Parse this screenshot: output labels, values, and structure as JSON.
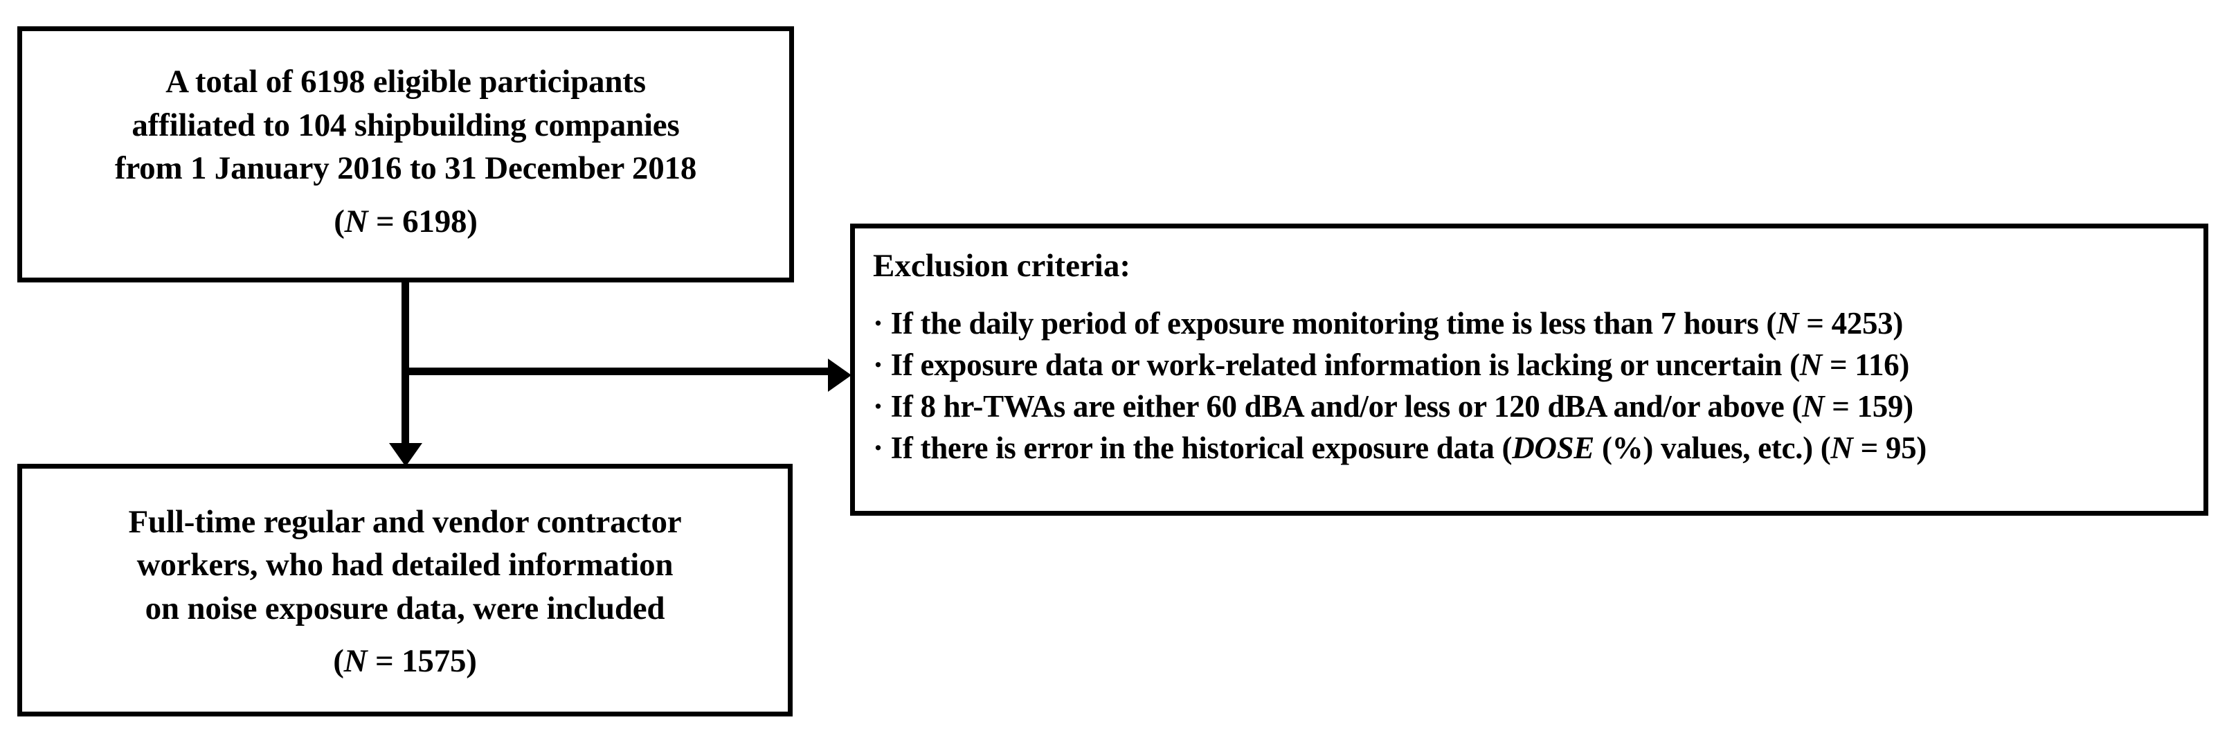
{
  "diagram": {
    "type": "flowchart",
    "title": "Study participant selection flow",
    "colors": {
      "border": "#000000",
      "background": "#ffffff",
      "text": "#000000"
    }
  },
  "box_eligible": {
    "lines": [
      "A total of 6198 eligible participants",
      "affiliated to 104 shipbuilding companies",
      "from 1 January 2016 to 31 December 2018"
    ],
    "n_prefix": "(",
    "n_symbol": "N",
    "n_value": " = 6198)",
    "total_participants": 6198,
    "companies": 104,
    "period_start": "1 January 2016",
    "period_end": "31 December 2018"
  },
  "box_included": {
    "lines": [
      "Full-time regular and vendor contractor",
      "workers, who had detailed information",
      "on noise exposure data, were included"
    ],
    "n_prefix": "(",
    "n_symbol": "N",
    "n_value": " = 1575)",
    "included_count": 1575
  },
  "box_exclusion": {
    "title": "Exclusion criteria:",
    "criteria": [
      {
        "bullet": "·",
        "text_before": " If the daily period of exposure monitoring time is less than 7 hours (",
        "n_symbol": "N",
        "text_after": " = 4253)",
        "n_value": 4253
      },
      {
        "bullet": "·",
        "text_before": " If exposure data or work-related information is lacking or uncertain (",
        "n_symbol": "N",
        "text_after": " = 116)",
        "n_value": 116
      },
      {
        "bullet": "·",
        "text_before": " If 8 hr-TWAs are either 60 dBA and/or less or 120 dBA and/or above (",
        "n_symbol": "N",
        "text_after": " = 159)",
        "n_value": 159
      },
      {
        "bullet": "·",
        "text_before": " If there is error in the historical exposure data (",
        "italic_term": "DOSE",
        "text_middle": " (%) values, etc.) (",
        "n_symbol": "N",
        "text_after": " = 95)",
        "n_value": 95
      }
    ]
  },
  "connectors": {
    "vertical_label": "flow-down-to-included",
    "horizontal_label": "flow-right-to-exclusion"
  }
}
